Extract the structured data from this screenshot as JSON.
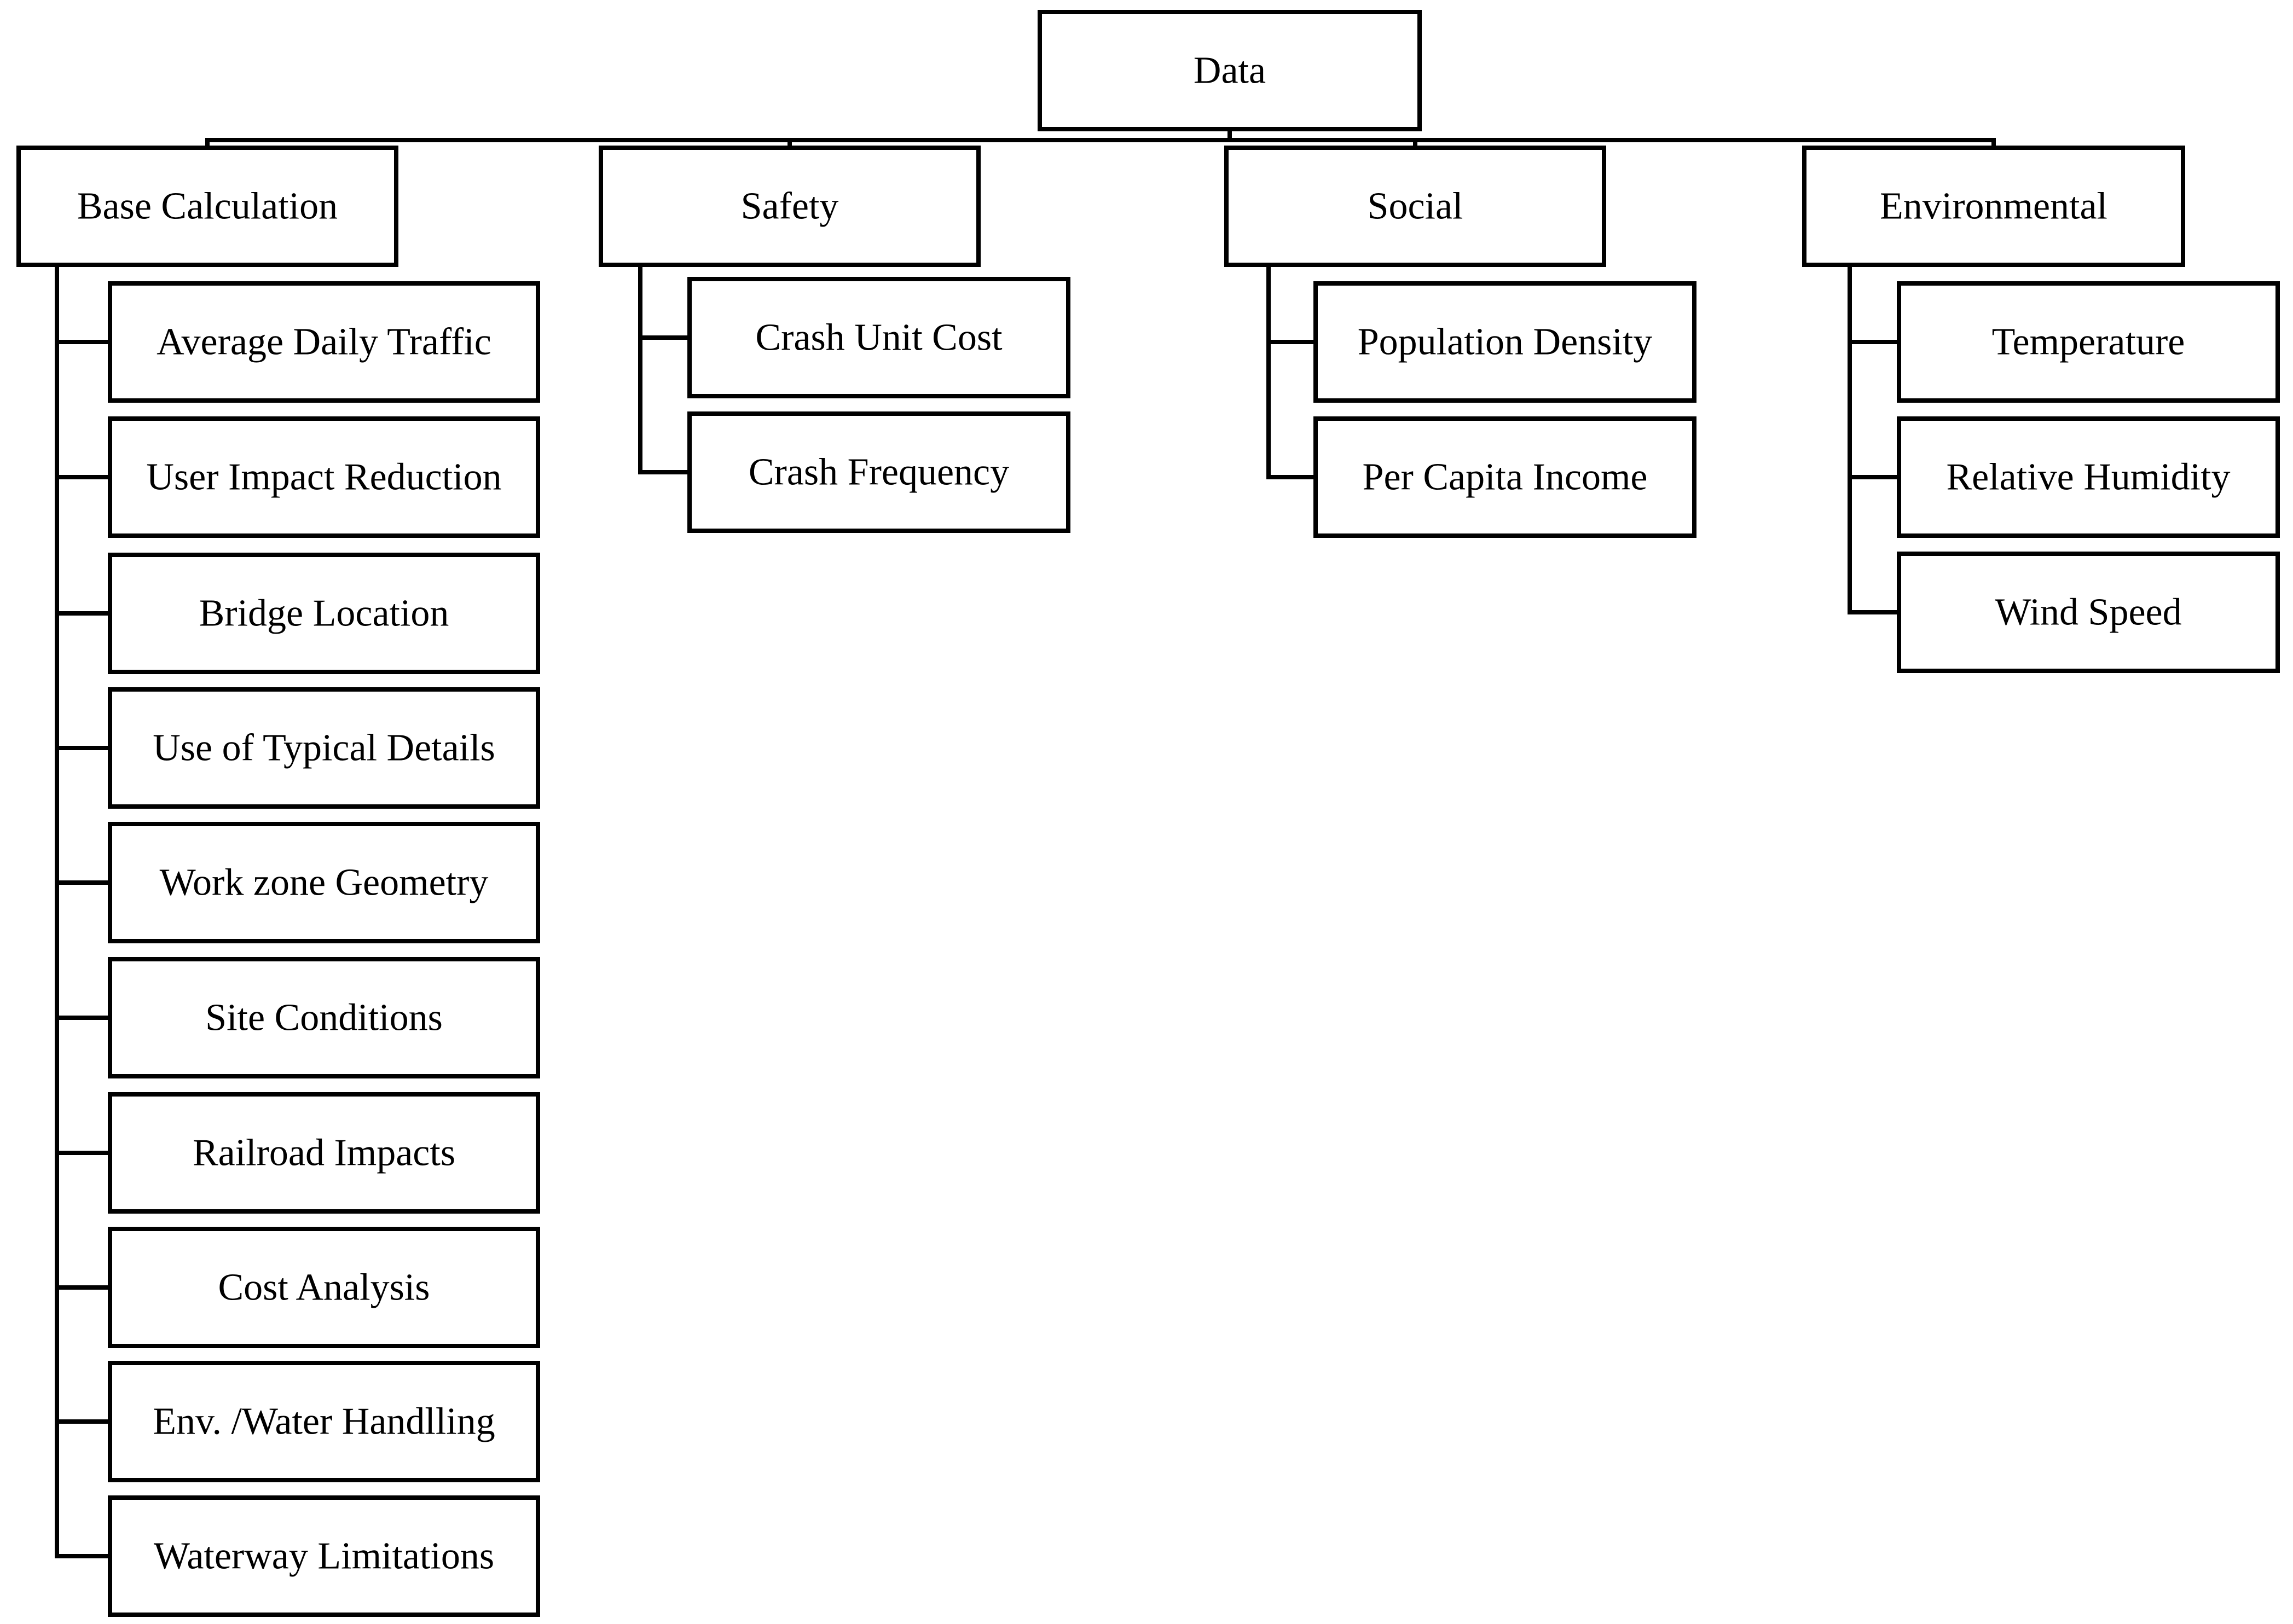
{
  "root": {
    "label": "Data"
  },
  "categories": [
    {
      "label": "Base Calculation",
      "items": [
        "Average Daily Traffic",
        "User Impact Reduction",
        "Bridge Location",
        "Use of Typical Details",
        "Work zone Geometry",
        "Site Conditions",
        "Railroad Impacts",
        "Cost Analysis",
        "Env. /Water Handlling",
        "Waterway Limitations"
      ]
    },
    {
      "label": "Safety",
      "items": [
        "Crash Unit Cost",
        "Crash Frequency"
      ]
    },
    {
      "label": "Social",
      "items": [
        "Population Density",
        "Per Capita Income"
      ]
    },
    {
      "label": "Environmental",
      "items": [
        "Temperature",
        "Relative Humidity",
        "Wind Speed"
      ]
    }
  ]
}
